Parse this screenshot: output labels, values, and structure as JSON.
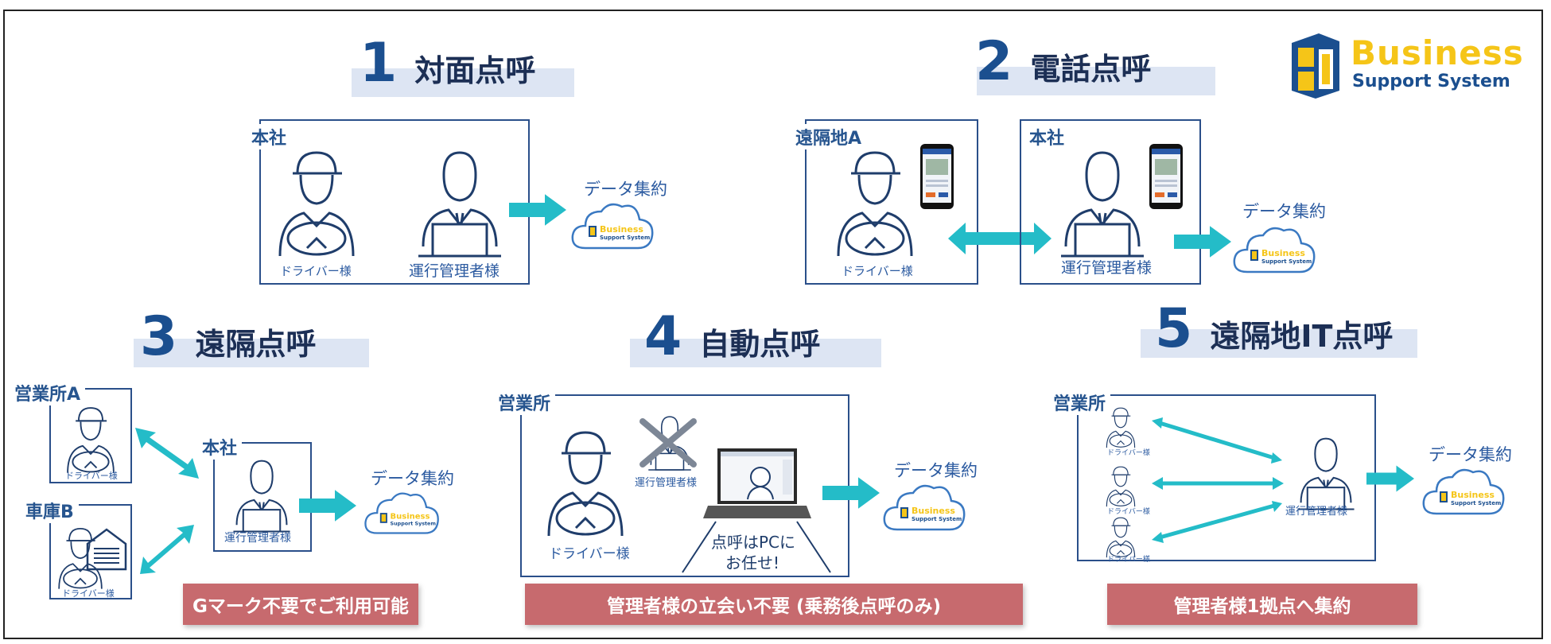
{
  "logo": {
    "line1": "Business",
    "line2": "Support System"
  },
  "section1": {
    "num": "1",
    "title": "対面点呼",
    "office": "本社",
    "driver": "ドライバー様",
    "manager": "運行管理者様",
    "data": "データ集約"
  },
  "section2": {
    "num": "2",
    "title": "電話点呼",
    "remote": "遠隔地A",
    "office": "本社",
    "driver": "ドライバー様",
    "manager": "運行管理者様",
    "data": "データ集約"
  },
  "section3": {
    "num": "3",
    "title": "遠隔点呼",
    "siteA": "営業所A",
    "garageB": "車庫B",
    "office": "本社",
    "driver": "ドライバー様",
    "manager": "運行管理者様",
    "data": "データ集約",
    "note": "Gマーク不要でご利用可能"
  },
  "section4": {
    "num": "4",
    "title": "自動点呼",
    "office": "営業所",
    "driver": "ドライバー様",
    "manager": "運行管理者様",
    "pc_line1": "点呼はPCに",
    "pc_line2": "お任せ!",
    "data": "データ集約",
    "note": "管理者様の立会い不要 (乗務後点呼のみ)"
  },
  "section5": {
    "num": "5",
    "title": "遠隔地IT点呼",
    "office": "営業所",
    "driver": "ドライバー様",
    "manager": "運行管理者様",
    "data": "データ集約",
    "note": "管理者様1拠点へ集約"
  },
  "colors": {
    "navy": "#1b4f8f",
    "line": "#2a4f8a",
    "teal": "#24bcc8",
    "band": "#dde5f3",
    "red": "#c76a6e",
    "logo_yellow": "#f5c518"
  }
}
